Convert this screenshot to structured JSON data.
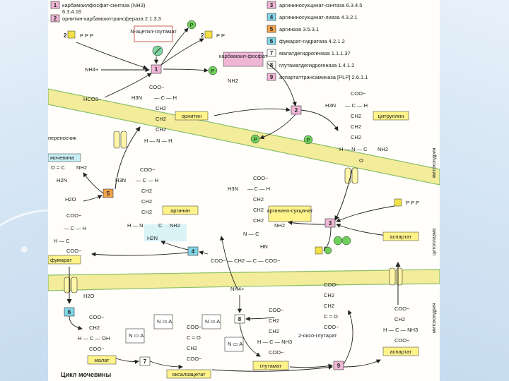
{
  "legend": [
    {
      "num": "1",
      "text": "карбамоилфосфат-синтаза (NH3)",
      "text2": "6.3.4.16",
      "color": "#f0b6d6"
    },
    {
      "num": "2",
      "text": "орнитин-карбамоилтрансфераза 2.1.3.3",
      "color": "#f0b6d6"
    },
    {
      "num": "3",
      "text": "аргининосукцинат-синтаза 6.3.4.5",
      "color": "#f0b6d6"
    },
    {
      "num": "4",
      "text": "аргининосукцинат-лиаза 4.3.2.1",
      "color": "#7fd6e8"
    },
    {
      "num": "5",
      "text": "аргиназа 3.5.3.1",
      "color": "#f2a24a"
    },
    {
      "num": "6",
      "text": "фумарат-гидратаза 4.2.1.2",
      "color": "#7fd6e8"
    },
    {
      "num": "7",
      "text": "малатдегидрогеназа 1.1.1.37",
      "color": "#ffffff"
    },
    {
      "num": "8",
      "text": "глутаматдегидрогеназа 1.4.1.2",
      "color": "#ffffff"
    },
    {
      "num": "9",
      "text": "аспартаттрансаминаза [PLP] 2.6.1.1",
      "color": "#f0b6d6"
    }
  ],
  "labels": {
    "n_acetylglutamate": "N-ацетил-глутамат",
    "carbamoyl_phosphate": "карбамоил-фосфат",
    "ornithine": "орнитин",
    "citrulline": "цитруллин",
    "carrier": "переносчик",
    "urea": "мочевина",
    "arginine": "аргинин",
    "argininosuccinate": "аргинино-сукцинат",
    "aspartate": "аспартат",
    "fumarate": "фумарат",
    "malate": "малат",
    "oxaloacetate": "оксалоацетат",
    "glutamate": "глутамат",
    "oxoglutarate": "2-оксо-глутарат",
    "title": "Цикл мочевины",
    "mitochondrion_top": "митохондрия",
    "cytoplasm": "цитоплазма",
    "mitochondrion_bottom": "митохондрия"
  },
  "chem": {
    "nh3": "NH3",
    "nh4": "NH4+",
    "hco3": "HCO3−",
    "h2o": "H2O",
    "coo": "COO−",
    "ch2": "CH2",
    "h3n": "H3N",
    "nh2": "NH2",
    "h2n": "H2N",
    "p": "P",
    "pp": "P P",
    "ppp": "P P P"
  },
  "stoich": "2",
  "colors": {
    "membrane": "#f3ec9a",
    "membrane_edge": "#8bbf6a",
    "label_box": "#fff38a",
    "name_box": "#c9eef5",
    "pink": "#f0b6d6",
    "p_green": "#6fcf5b",
    "enzyme_orange": "#f2a24a",
    "enzyme_cyan": "#7fd6e8",
    "background": "#d6e6f4"
  }
}
